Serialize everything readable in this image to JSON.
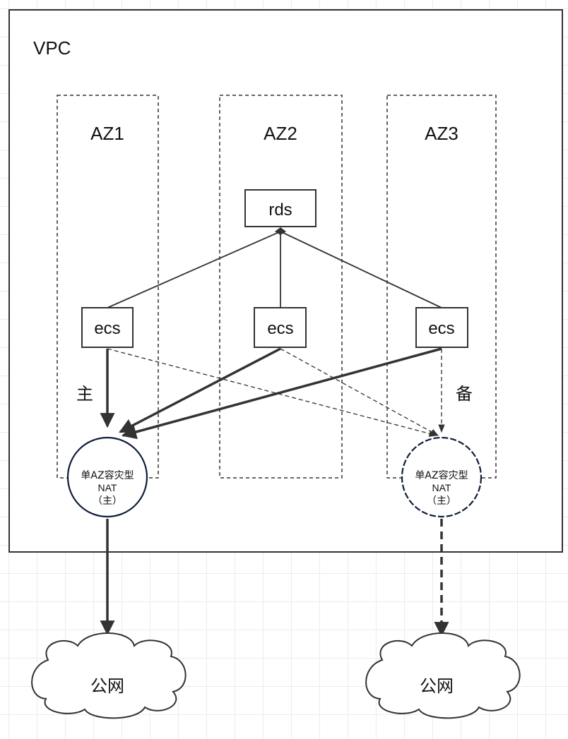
{
  "vpc": {
    "label": "VPC"
  },
  "zones": [
    {
      "id": "az1",
      "label": "AZ1"
    },
    {
      "id": "az2",
      "label": "AZ2"
    },
    {
      "id": "az3",
      "label": "AZ3"
    }
  ],
  "rds": {
    "label": "rds"
  },
  "ecs": [
    {
      "id": "ecs-az1",
      "label": "ecs"
    },
    {
      "id": "ecs-az2",
      "label": "ecs"
    },
    {
      "id": "ecs-az3",
      "label": "ecs"
    }
  ],
  "nat": [
    {
      "id": "nat-primary",
      "line1": "单AZ容灾型",
      "line2": "NAT",
      "line3": "（主）"
    },
    {
      "id": "nat-backup",
      "line1": "单AZ容灾型",
      "line2": "NAT",
      "line3": "（主）"
    }
  ],
  "path_labels": {
    "primary": "主",
    "backup": "备"
  },
  "internet": [
    {
      "id": "internet-left",
      "label": "公网"
    },
    {
      "id": "internet-right",
      "label": "公网"
    }
  ]
}
